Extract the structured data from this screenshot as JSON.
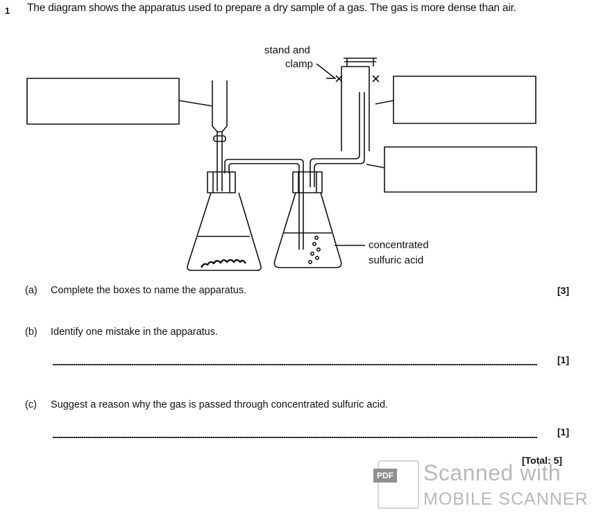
{
  "question": {
    "number": "1",
    "intro": "The diagram shows the apparatus used to prepare a dry sample of a gas. The gas is more dense than air."
  },
  "diagram": {
    "labels": {
      "stand": [
        "stand and",
        "clamp"
      ],
      "acid": [
        "concentrated",
        "sulfuric acid"
      ]
    }
  },
  "parts": [
    {
      "label": "(a)",
      "text": "Complete the boxes to name the apparatus.",
      "marks": "[3]"
    },
    {
      "label": "(b)",
      "text": "Identify one mistake in the apparatus.",
      "marks": "[1]"
    },
    {
      "label": "(c)",
      "text": "Suggest a reason why the gas is passed through concentrated sulfuric acid.",
      "marks": "[1]"
    }
  ],
  "total": "[Total: 5]",
  "watermark": {
    "badge": "PDF",
    "line1": "Scanned with",
    "line2": "MOBILE SCANNER"
  }
}
